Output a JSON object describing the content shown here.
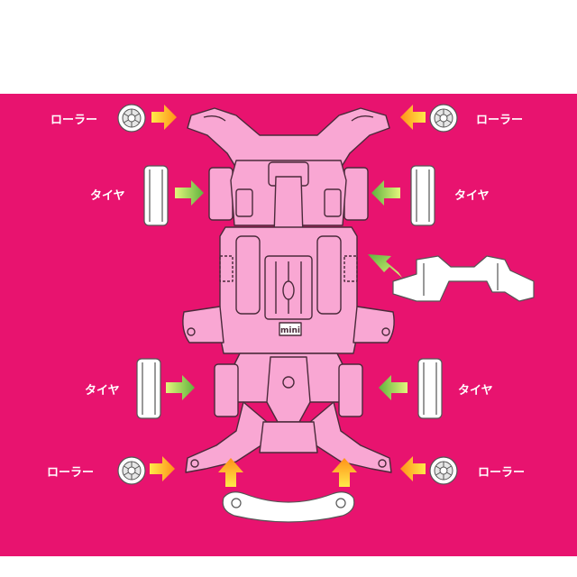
{
  "colors": {
    "background": "#ffffff",
    "panel": "#e8136f",
    "chassis": "#f9a7d3",
    "chassis_stroke": "#4a2a3a",
    "part_white": "#ffffff",
    "arrow_orange": "#ff9f1c",
    "arrow_yellow": "#fff04a",
    "arrow_green": "#7bc043",
    "arrow_green_light": "#d8f17b",
    "label_text": "#ffffff"
  },
  "labels": {
    "roller_top_left": "ローラー",
    "roller_top_right": "ローラー",
    "tire_mid_left": "タイヤ",
    "tire_mid_right": "タイヤ",
    "tire_bottom_left": "タイヤ",
    "tire_bottom_right": "タイヤ",
    "roller_bottom_left": "ローラー",
    "roller_bottom_right": "ローラー"
  },
  "brand_mark": "mini",
  "icons": [
    "roller-icon",
    "tire-icon",
    "arrow-icon",
    "chassis-icon",
    "motor-bracket-icon",
    "rear-stay-icon"
  ]
}
